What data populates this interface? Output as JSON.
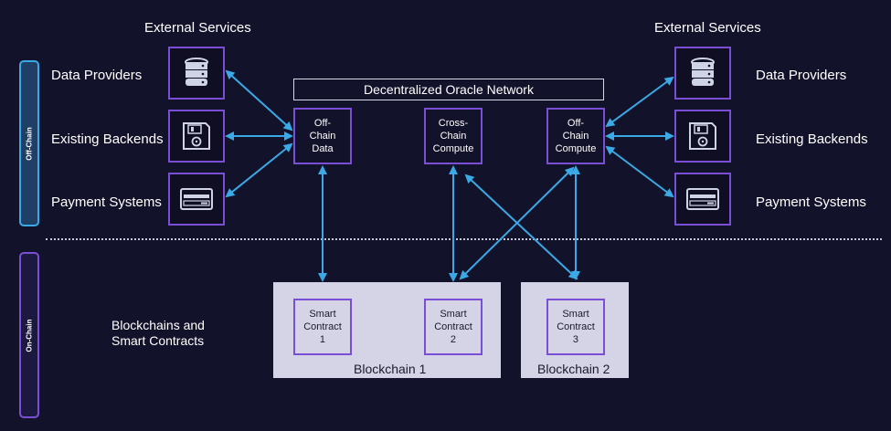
{
  "external_services_left": "External Services",
  "external_services_right": "External Services",
  "left_labels": {
    "data_providers": "Data Providers",
    "existing_backends": "Existing Backends",
    "payment_systems": "Payment Systems"
  },
  "right_labels": {
    "data_providers": "Data Providers",
    "existing_backends": "Existing Backends",
    "payment_systems": "Payment Systems"
  },
  "side_tabs": {
    "off_chain": "Off-Chain",
    "on_chain": "On-Chain"
  },
  "oracle_network": "Decentralized Oracle Network",
  "nodes": {
    "off_chain_data": "Off-\nChain\nData",
    "cross_chain_compute": "Cross-\nChain\nCompute",
    "off_chain_compute": "Off-\nChain\nCompute"
  },
  "blockchains_label": "Blockchains and\nSmart Contracts",
  "contracts": {
    "c1": "Smart\nContract\n1",
    "c2": "Smart\nContract\n2",
    "c3": "Smart\nContract\n3"
  },
  "chains": {
    "b1": "Blockchain 1",
    "b2": "Blockchain 2"
  },
  "icons": {
    "data_providers": "database-icon",
    "existing_backends": "floppy-disk-icon",
    "payment_systems": "payment-card-icon"
  },
  "colors": {
    "background": "#13122b",
    "accent_purple": "#7a4fd6",
    "arrow_blue": "#3aa9e6",
    "panel": "#d5d4e7"
  }
}
